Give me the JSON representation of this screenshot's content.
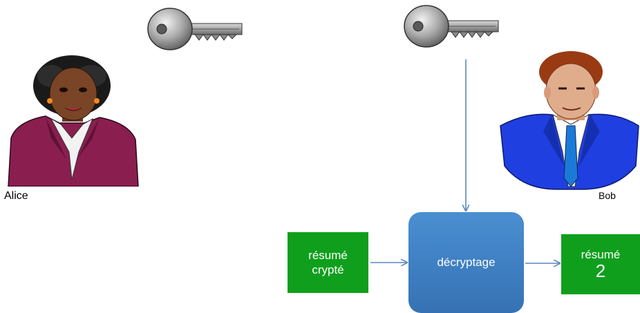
{
  "people": {
    "alice": {
      "label": "Alice"
    },
    "bob": {
      "label": "Bob"
    }
  },
  "boxes": {
    "encrypted_digest": {
      "line1": "résumé",
      "line2": "crypté"
    },
    "decryption": {
      "label": "décryptage"
    },
    "digest_result": {
      "line1": "résumé",
      "line2": "2"
    }
  },
  "colors": {
    "green_box": "#109f1d",
    "blue_box": "#3e7fc2",
    "arrow": "#5b86bf",
    "alice_jacket": "#8a1e4f",
    "bob_suit": "#1f3fe0"
  },
  "icons": [
    "key-icon",
    "key-icon",
    "alice-figure",
    "bob-figure"
  ]
}
